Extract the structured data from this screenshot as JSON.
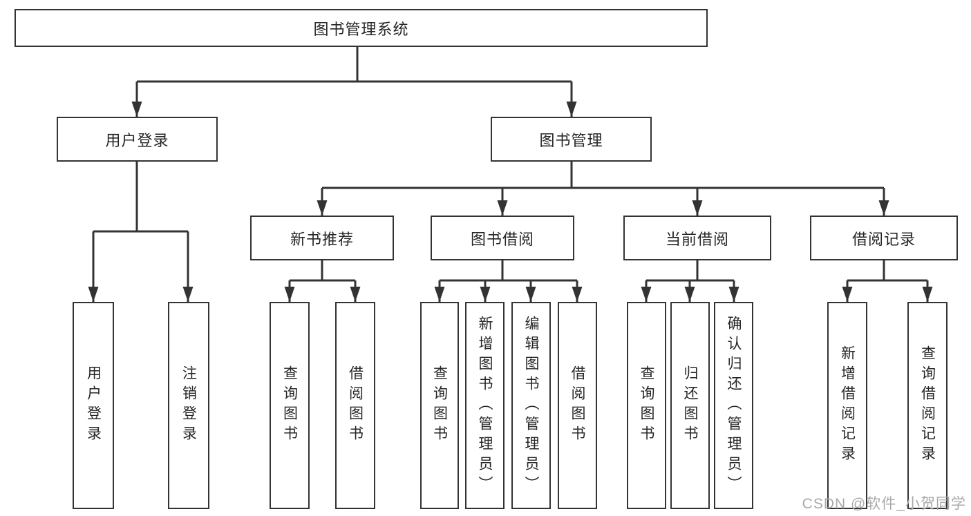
{
  "tree": {
    "root": {
      "label": "图书管理系统",
      "children": [
        {
          "label": "用户登录",
          "children": [
            {
              "label": "用户登录"
            },
            {
              "label": "注销登录"
            }
          ]
        },
        {
          "label": "图书管理",
          "children": [
            {
              "label": "新书推荐",
              "children": [
                {
                  "label": "查询图书"
                },
                {
                  "label": "借阅图书"
                }
              ]
            },
            {
              "label": "图书借阅",
              "children": [
                {
                  "label": "查询图书"
                },
                {
                  "label": "新增图书（管理员）"
                },
                {
                  "label": "编辑图书（管理员）"
                },
                {
                  "label": "借阅图书"
                }
              ]
            },
            {
              "label": "当前借阅",
              "children": [
                {
                  "label": "查询图书"
                },
                {
                  "label": "归还图书"
                },
                {
                  "label": "确认归还（管理员）"
                }
              ]
            },
            {
              "label": "借阅记录",
              "children": [
                {
                  "label": "新增借阅记录"
                },
                {
                  "label": "查询借阅记录"
                }
              ]
            }
          ]
        }
      ]
    }
  },
  "watermark": {
    "text": "CSDN @软件_小贺同学"
  },
  "colors": {
    "line": "#333333",
    "box_border": "#333333",
    "text": "#262626",
    "watermark": "#a9a9a9",
    "background": "#ffffff"
  }
}
